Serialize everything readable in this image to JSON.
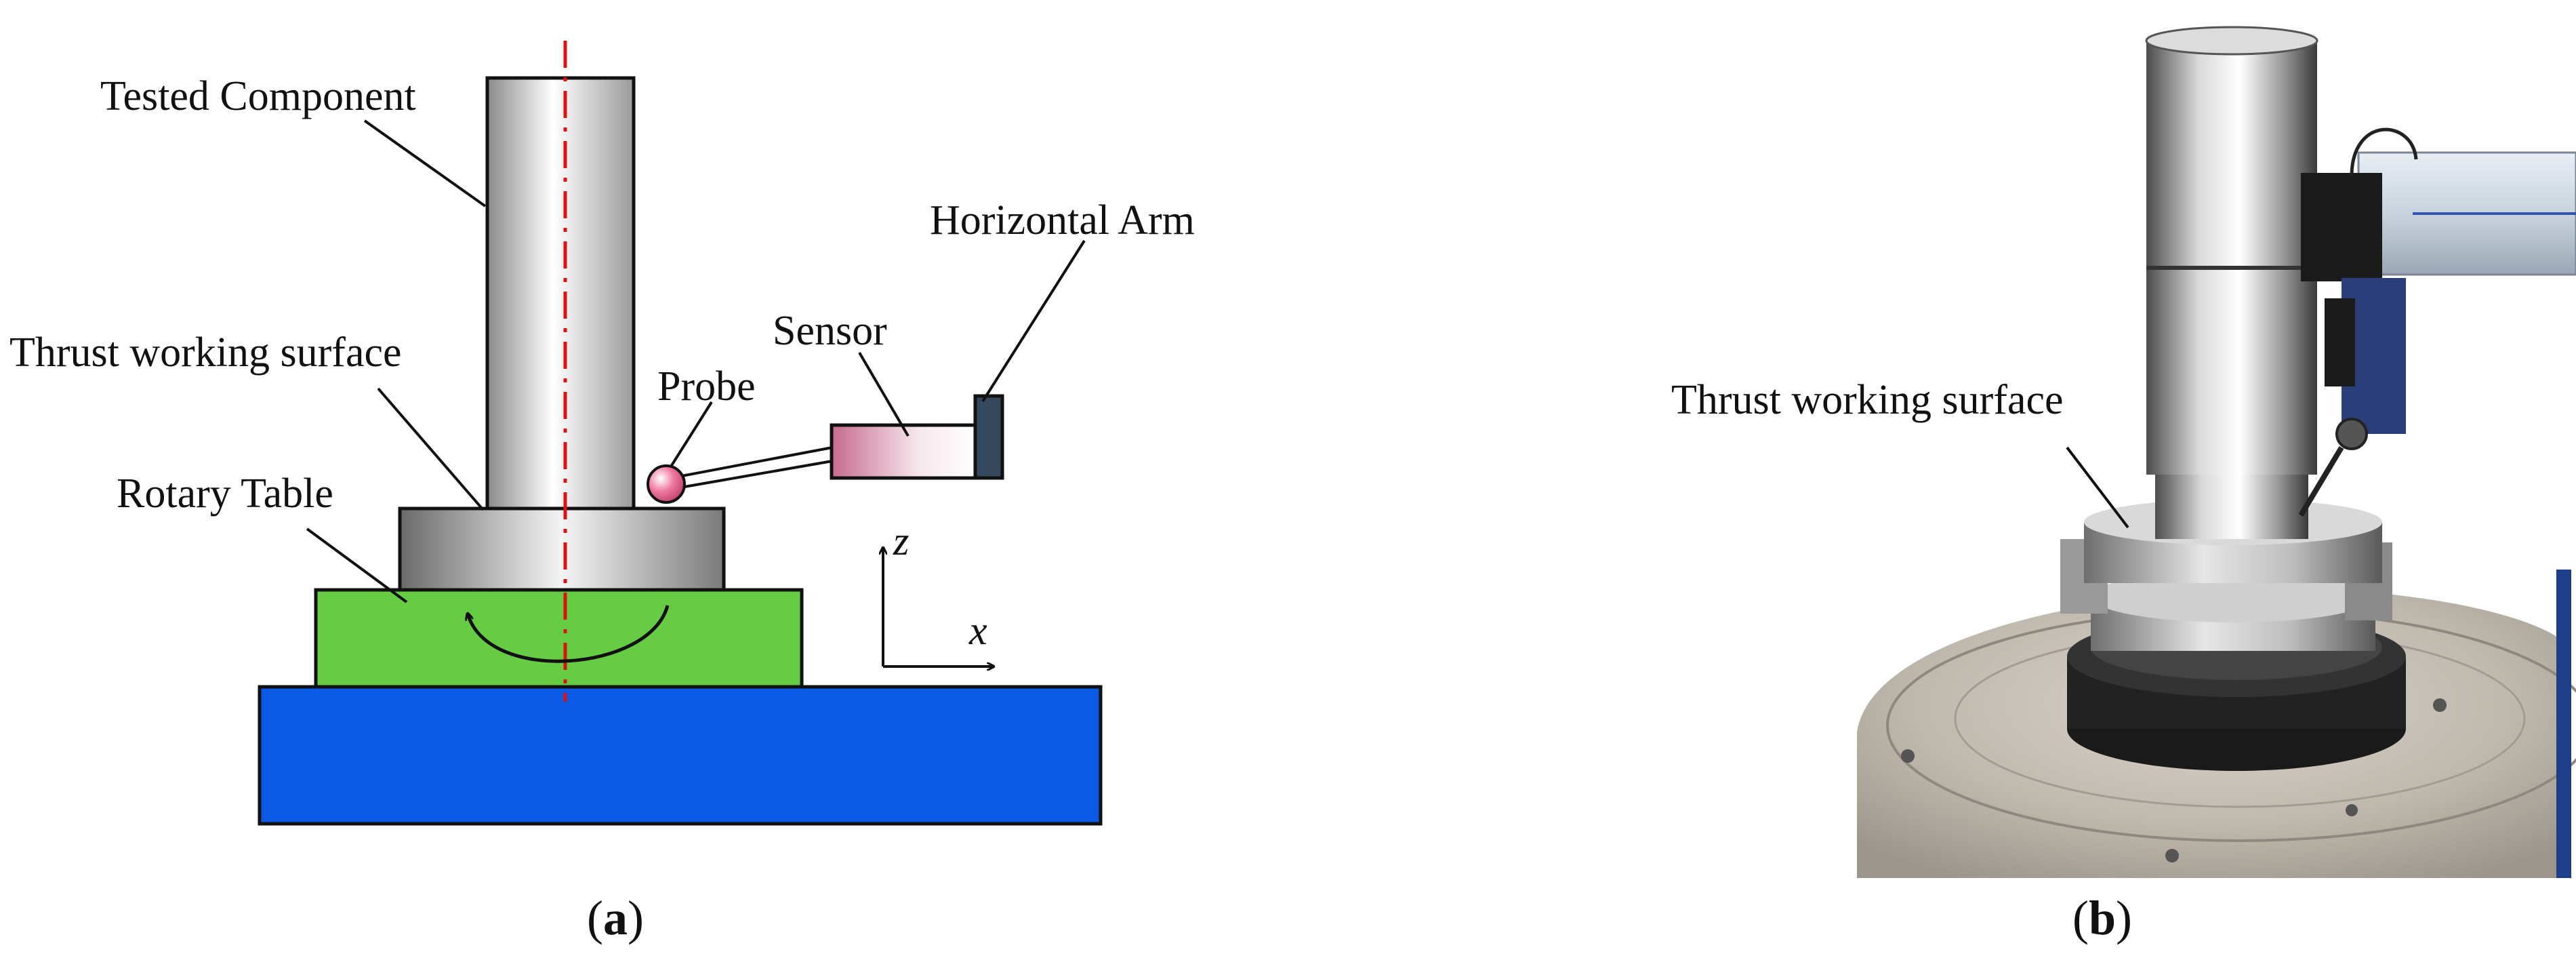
{
  "panel_a": {
    "labels": {
      "tested_component": "Tested Component",
      "thrust_surface": "Thrust working surface",
      "rotary_table": "Rotary Table",
      "probe": "Probe",
      "sensor": "Sensor",
      "horizontal_arm": "Horizontal Arm"
    },
    "axes": {
      "z": "z",
      "x": "x"
    },
    "caption_letter": "a",
    "colors": {
      "base": "#0a5ae6",
      "rotary_table": "#66cc44",
      "axis_line": "#e01010",
      "sensor": "#e9b5c6",
      "arm": "#34495e",
      "probe_ball": "#f07aa0"
    }
  },
  "panel_b": {
    "labels": {
      "thrust_surface": "Thrust working surface"
    },
    "caption_letter": "b"
  }
}
